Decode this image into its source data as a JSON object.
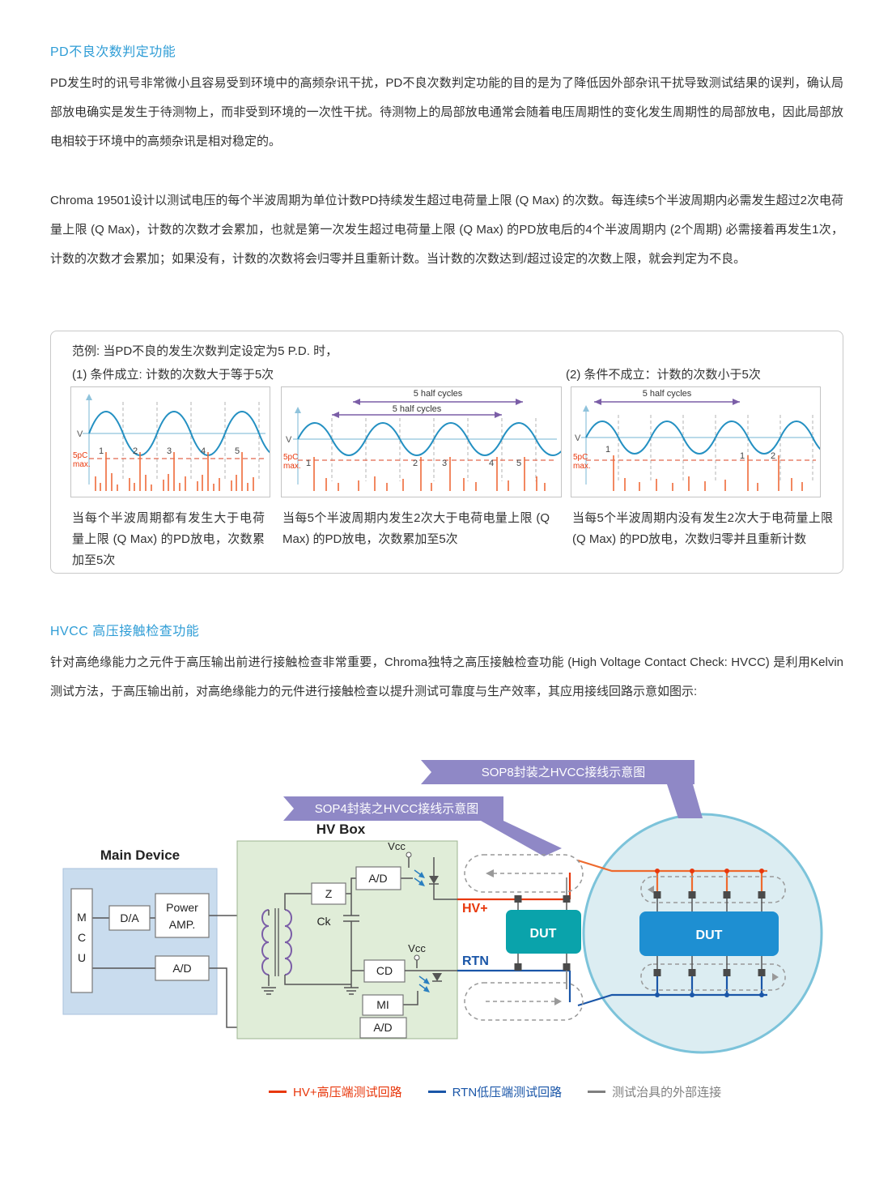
{
  "section_pd": {
    "heading": "PD不良次数判定功能",
    "para1": "PD发生时的讯号非常微小且容易受到环境中的高频杂讯干扰，PD不良次数判定功能的目的是为了降低因外部杂讯干扰导致测试结果的误判，确认局部放电确实是发生于待测物上，而非受到环境的一次性干扰。待测物上的局部放电通常会随着电压周期性的变化发生周期性的局部放电，因此局部放电相较于环境中的高频杂讯是相对稳定的。",
    "para2": "Chroma 19501设计以测试电压的每个半波周期为单位计数PD持续发生超过电荷量上限 (Q Max) 的次数。每连续5个半波周期内必需发生超过2次电荷量上限 (Q Max)，计数的次数才会累加，也就是第一次发生超过电荷量上限 (Q Max) 的PD放电后的4个半波周期内 (2个周期) 必需接着再发生1次，计数的次数才会累加；如果没有，计数的次数将会归零并且重新计数。当计数的次数达到/超过设定的次数上限，就会判定为不良。"
  },
  "example": {
    "title": "范例: 当PD不良的发生次数判定设定为5 P.D. 时，",
    "cond_pass": "(1) 条件成立: 计数的次数大于等于5次",
    "cond_fail": "(2) 条件不成立：计数的次数小于5次",
    "charts": [
      {
        "v_label": "V",
        "qmax_line1": "5pC",
        "qmax_line2": "max.",
        "numbers": [
          "1",
          "2",
          "3",
          "4",
          "5"
        ],
        "caption": "当每个半波周期都有发生大于电荷量上限 (Q Max) 的PD放电，次数累加至5次"
      },
      {
        "v_label": "V",
        "qmax_line1": "5pC",
        "qmax_line2": "max.",
        "cycles_label_1": "5 half cycles",
        "cycles_label_2": "5 half cycles",
        "numbers": [
          "1",
          "2",
          "3",
          "4",
          "5"
        ],
        "caption": "当每5个半波周期内发生2次大于电荷电量上限 (Q Max) 的PD放电，次数累加至5次"
      },
      {
        "v_label": "V",
        "qmax_line1": "5pC",
        "qmax_line2": "max.",
        "cycles_label_1": "5 half cycles",
        "numbers": [
          "1",
          "1",
          "2"
        ],
        "caption": "当每5个半波周期内没有发生2次大于电荷量上限 (Q Max) 的PD放电，次数归零并且重新计数"
      }
    ]
  },
  "section_hvcc": {
    "heading": "HVCC 高压接触检查功能",
    "para": "针对高绝缘能力之元件于高压输出前进行接触检查非常重要，Chroma独特之高压接触检查功能 (High Voltage Contact Check: HVCC) 是利用Kelvin测试方法，于高压输出前，对高绝缘能力的元件进行接触检查以提升测试可靠度与生产效率，其应用接线回路示意如图示:"
  },
  "diagram": {
    "banner_sop8": "SOP8封装之HVCC接线示意图",
    "banner_sop4": "SOP4封装之HVCC接线示意图",
    "hv_box": "HV Box",
    "main_device": "Main Device",
    "mcu_letters": [
      "M",
      "C",
      "U"
    ],
    "da": "D/A",
    "power_amp_1": "Power",
    "power_amp_2": "AMP.",
    "ad_main": "A/D",
    "z": "Z",
    "ck": "Ck",
    "vcc_top": "Vcc",
    "ad_top": "A/D",
    "cd": "CD",
    "vcc_bottom": "Vcc",
    "mi": "MI",
    "ad_bottom": "A/D",
    "hv_plus": "HV+",
    "rtn": "RTN",
    "dut_sop4": "DUT",
    "dut_sop8": "DUT"
  },
  "legend": {
    "items": [
      {
        "label": "HV+高压端测试回路",
        "color": "#e8380d"
      },
      {
        "label": "RTN低压端测试回路",
        "color": "#1a56a8"
      },
      {
        "label": "测试治具的外部连接",
        "color": "#7f7f7f"
      }
    ]
  },
  "colors": {
    "heading_blue": "#2f9dd6",
    "banner_purple": "#8f88c6",
    "hv_red": "#e8380d",
    "rtn_blue": "#1a56a8",
    "dut_teal": "#0aa3ab",
    "dut_blue": "#1e8fd2",
    "main_device_fill": "#c9dcee",
    "hv_box_fill": "#e0edd8"
  }
}
